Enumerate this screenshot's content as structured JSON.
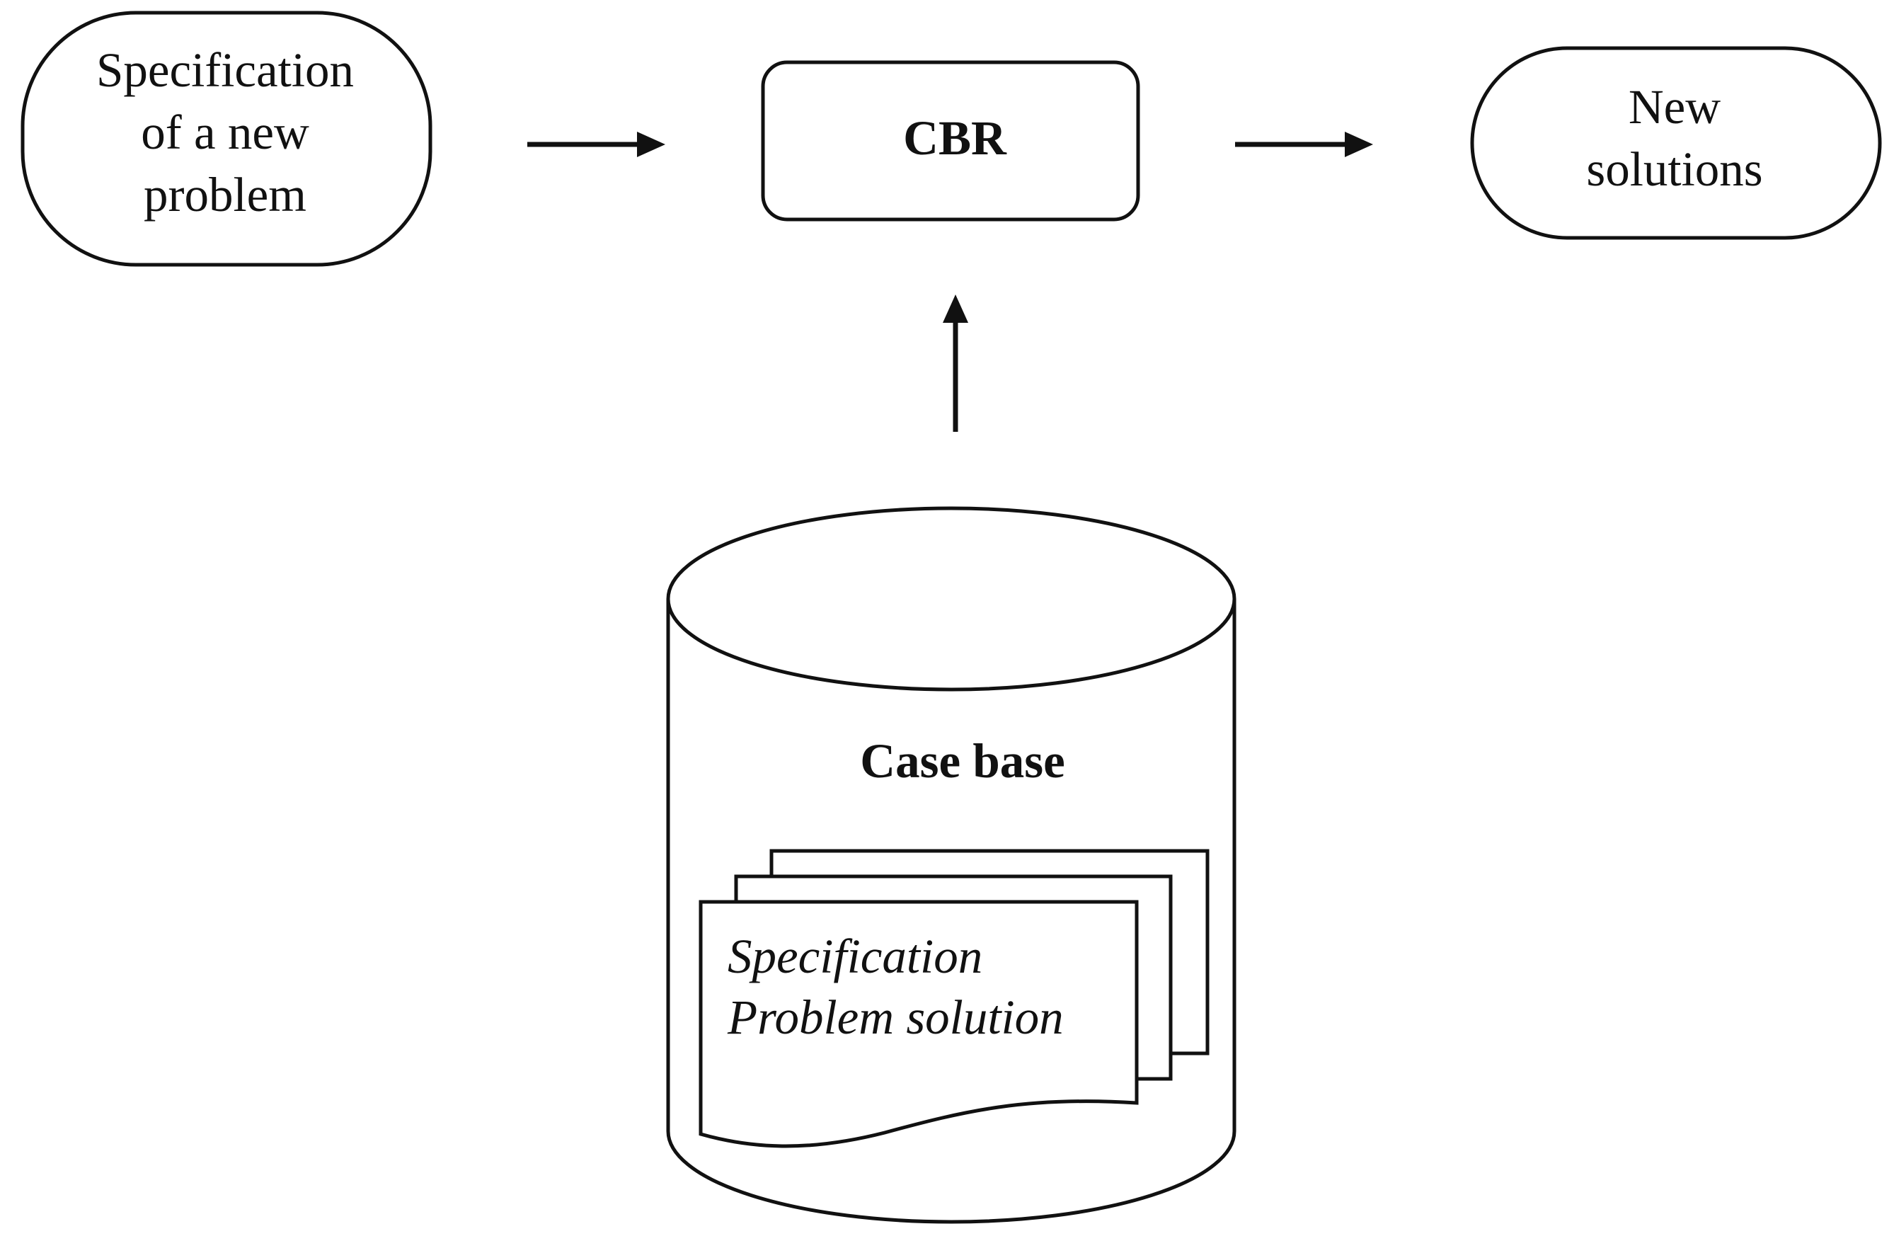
{
  "nodes": {
    "input": {
      "lines": [
        "Specification",
        "of a new",
        "problem"
      ]
    },
    "cbr": {
      "label": "CBR"
    },
    "output": {
      "lines": [
        "New",
        "solutions"
      ]
    },
    "case_base": {
      "label": "Case base",
      "document_lines": [
        "Specification",
        "Problem solution"
      ]
    }
  },
  "edges": [
    {
      "from": "input",
      "to": "cbr"
    },
    {
      "from": "cbr",
      "to": "output"
    },
    {
      "from": "case_base",
      "to": "cbr"
    }
  ],
  "colors": {
    "stroke": "#111111",
    "fill": "#ffffff"
  }
}
